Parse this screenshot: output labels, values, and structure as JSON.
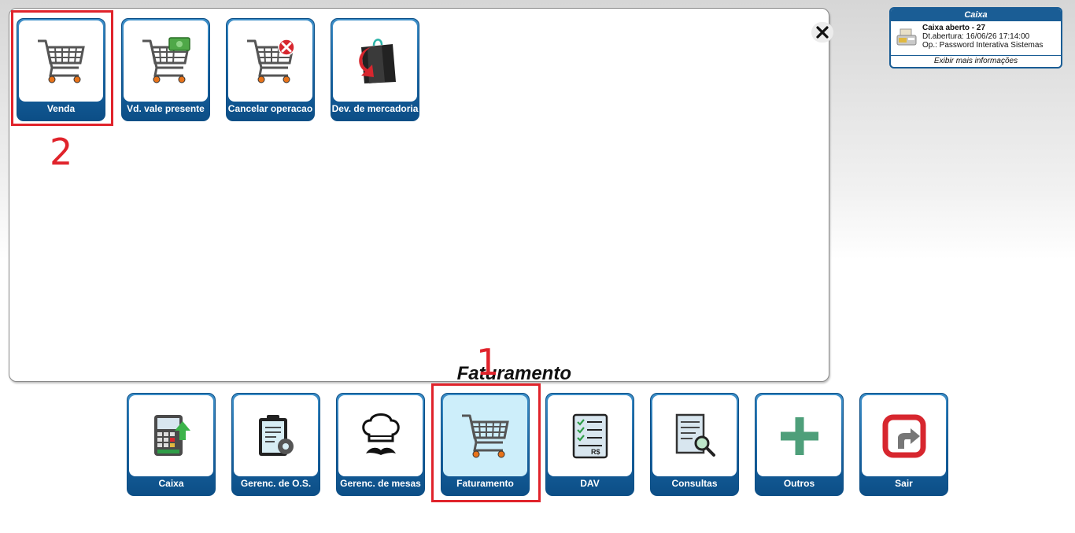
{
  "panel": {
    "title": "Faturamento",
    "close_label": "X",
    "tiles": [
      {
        "label": "Venda",
        "icon": "cart-icon"
      },
      {
        "label": "Vd. vale presente",
        "icon": "cart-money-icon"
      },
      {
        "label": "Cancelar operacao",
        "icon": "cart-cancel-icon"
      },
      {
        "label": "Dev. de mercadoria",
        "icon": "return-bag-icon"
      }
    ]
  },
  "toolbar": {
    "tiles": [
      {
        "label": "Caixa",
        "icon": "cash-register-icon"
      },
      {
        "label": "Gerenc. de O.S.",
        "icon": "clipboard-gear-icon"
      },
      {
        "label": "Gerenc. de mesas",
        "icon": "chef-icon"
      },
      {
        "label": "Faturamento",
        "icon": "cart-icon"
      },
      {
        "label": "DAV",
        "icon": "checklist-icon"
      },
      {
        "label": "Consultas",
        "icon": "document-search-icon"
      },
      {
        "label": "Outros",
        "icon": "plus-icon"
      },
      {
        "label": "Sair",
        "icon": "exit-icon"
      }
    ]
  },
  "annotations": {
    "first": "1",
    "second": "2"
  },
  "caixa": {
    "title": "Caixa",
    "status": "Caixa aberto - 27",
    "opened": "Dt.abertura: 16/06/26 17:14:00",
    "operator": "Op.: Password Interativa Sistemas",
    "more_link": "Exibir mais informações"
  },
  "colors": {
    "accent": "#1762a0",
    "highlight": "#e0232b",
    "active_tile": "#cdeefa"
  }
}
